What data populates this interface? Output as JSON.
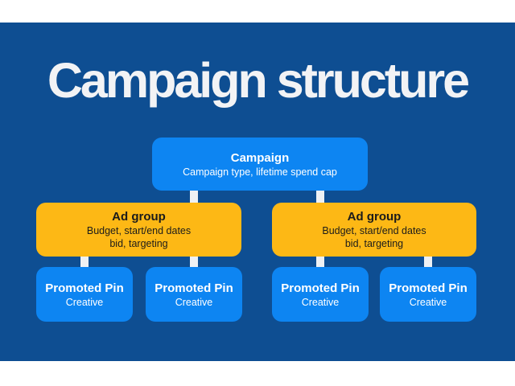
{
  "title": "Campaign structure",
  "diagram": {
    "campaign": {
      "title": "Campaign",
      "subtitle": "Campaign type, lifetime spend cap"
    },
    "ad_groups": [
      {
        "title": "Ad group",
        "line1": "Budget, start/end dates",
        "line2": "bid, targeting"
      },
      {
        "title": "Ad group",
        "line1": "Budget, start/end dates",
        "line2": "bid, targeting"
      }
    ],
    "pins": [
      {
        "title": "Promoted Pin",
        "subtitle": "Creative"
      },
      {
        "title": "Promoted Pin",
        "subtitle": "Creative"
      },
      {
        "title": "Promoted Pin",
        "subtitle": "Creative"
      },
      {
        "title": "Promoted Pin",
        "subtitle": "Creative"
      }
    ]
  },
  "colors": {
    "background_blue": "#0e4e92",
    "node_blue": "#0d85f2",
    "node_yellow": "#fdb815",
    "connector": "#eef1f4",
    "letterbox_white": "#ffffff",
    "title_text": "#f2f3f5",
    "dark_text": "#1b1b1b",
    "light_text": "#ffffff"
  }
}
